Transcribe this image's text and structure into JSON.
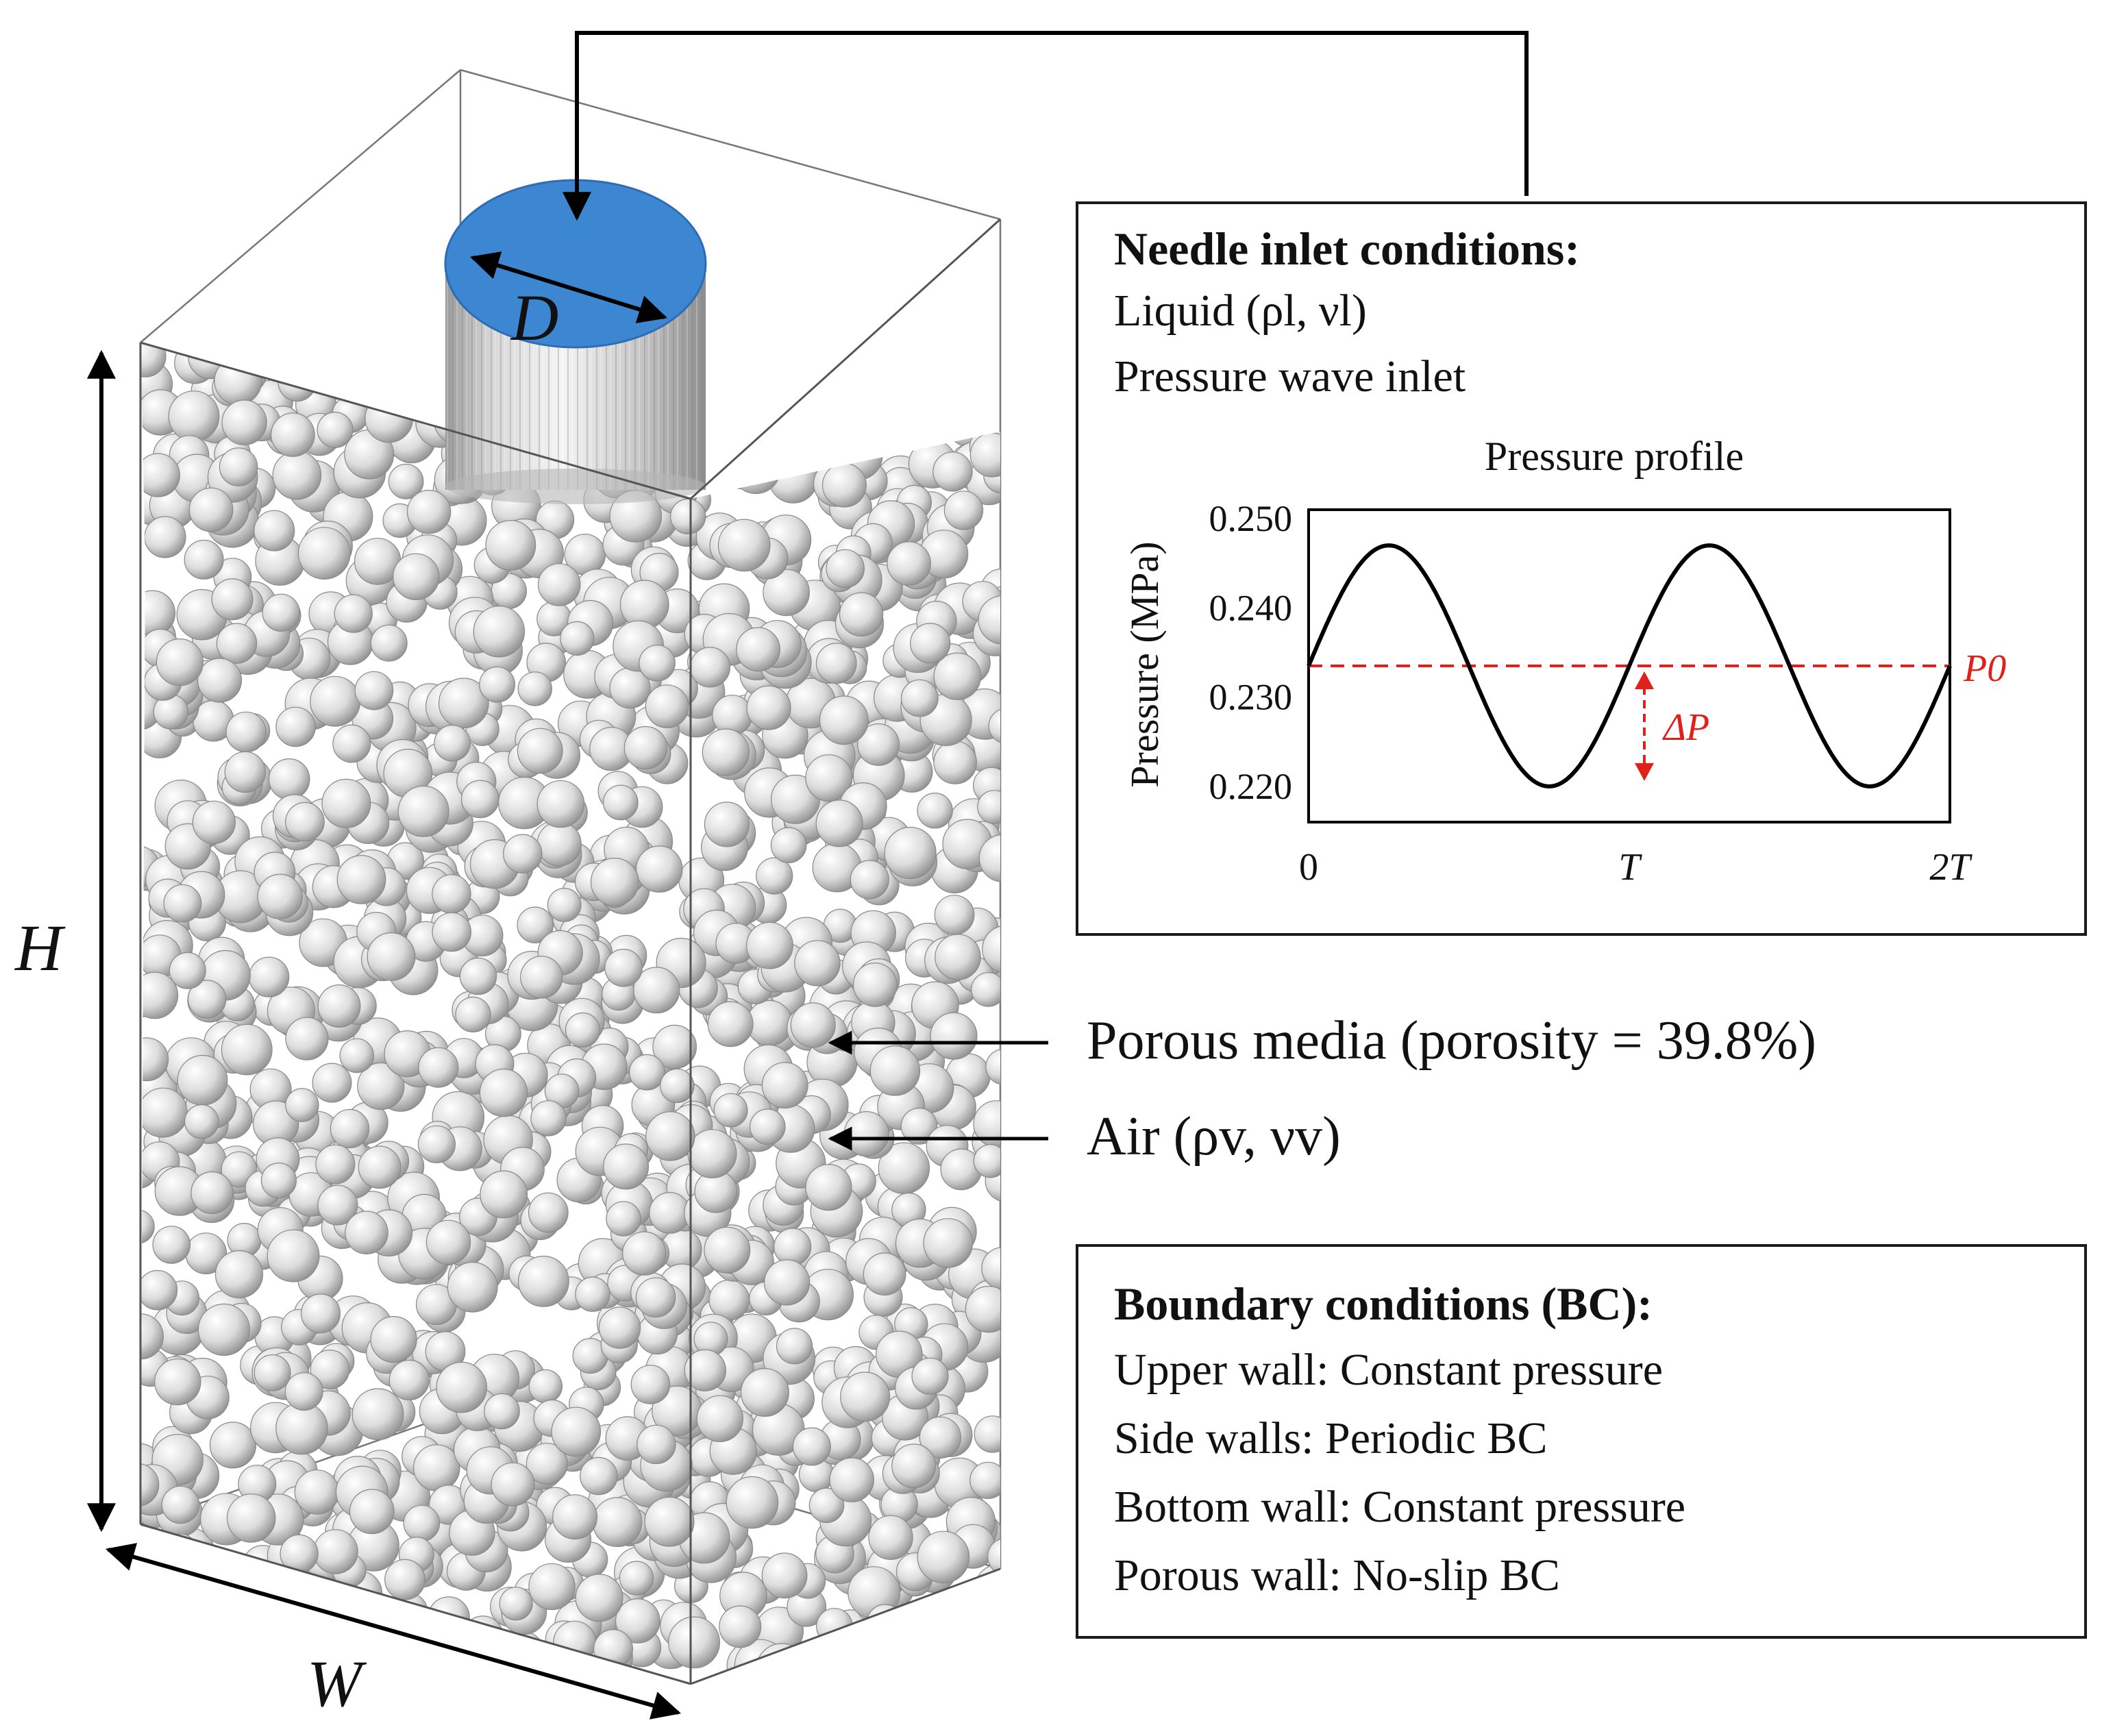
{
  "dimensions": {
    "height": "H",
    "width": "W",
    "diameter": "D"
  },
  "needle_inlet": {
    "title": "Needle inlet conditions:",
    "liquid": "Liquid (ρl, νl)",
    "pressure_wave": "Pressure wave inlet"
  },
  "chart_data": {
    "type": "line",
    "title": "Pressure profile",
    "ylabel": "Pressure (MPa)",
    "xlabel": "",
    "x_ticks": [
      "0",
      "T",
      "2T"
    ],
    "y_ticks": [
      "0.250",
      "0.240",
      "0.230",
      "0.220"
    ],
    "ylim": [
      0.216,
      0.251
    ],
    "xlim": [
      0,
      2
    ],
    "x_unit": "T",
    "baseline": 0.2335,
    "amplitude": 0.0135,
    "periods": 2,
    "reference_label": "P0",
    "amplitude_label": "ΔP",
    "colors": {
      "curve": "#000000",
      "reference": "#e0201b"
    }
  },
  "labels": {
    "porous_media": "Porous media (porosity = 39.8%)",
    "air": "Air (ρv, νv)"
  },
  "boundary_conditions": {
    "title": "Boundary conditions (BC):",
    "lines": [
      "Upper wall: Constant pressure",
      "Side walls: Periodic BC",
      "Bottom wall: Constant pressure",
      "Porous wall: No-slip BC"
    ]
  },
  "colors": {
    "inlet_disc": "#3d86d1",
    "reference": "#e0201b",
    "spheres": "#c9c9c9"
  }
}
